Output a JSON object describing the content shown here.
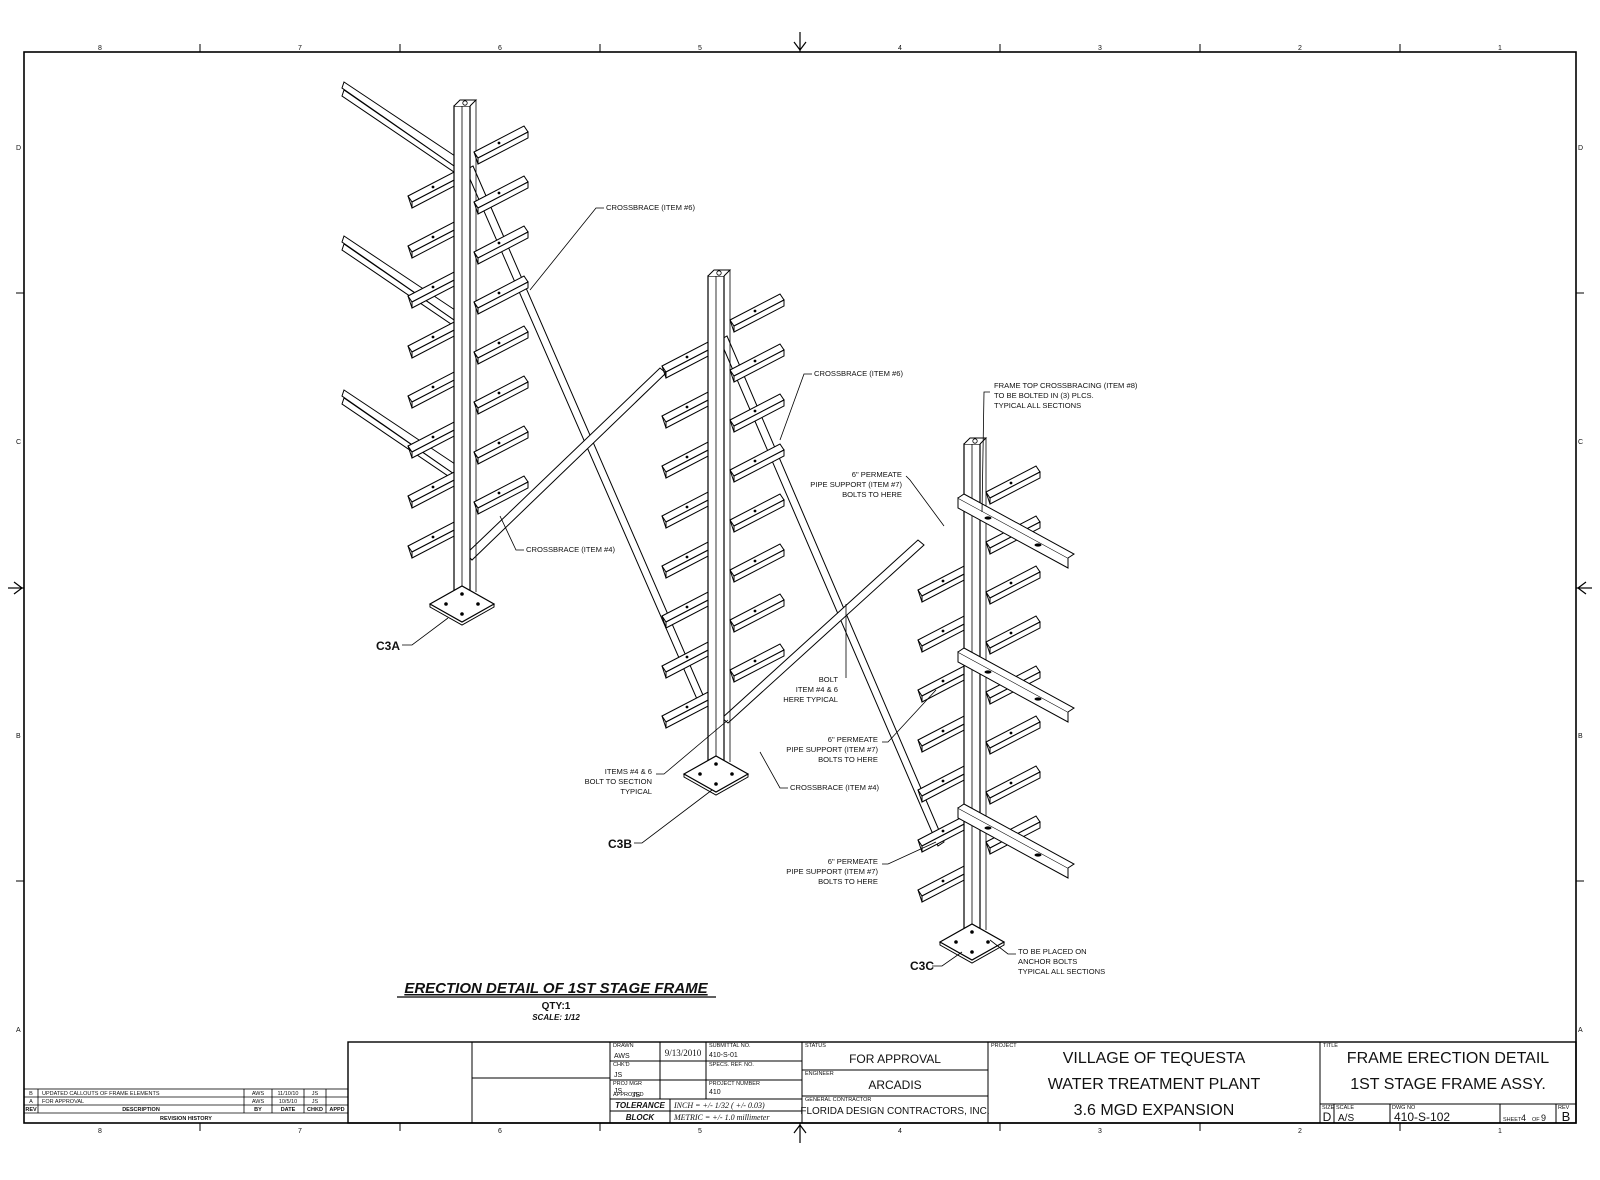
{
  "zones": {
    "columns": [
      "8",
      "7",
      "6",
      "5",
      "4",
      "3",
      "2",
      "1"
    ],
    "rows": [
      "D",
      "C",
      "B",
      "A"
    ]
  },
  "callouts": {
    "crossbrace6_a": "CROSSBRACE (ITEM #6)",
    "crossbrace6_b": "CROSSBRACE (ITEM #6)",
    "crossbrace4_a": "CROSSBRACE (ITEM #4)",
    "crossbrace4_b": "CROSSBRACE (ITEM #4)",
    "frame_top": [
      "FRAME TOP CROSSBRACING (ITEM #8)",
      "TO BE BOLTED IN (3) PLCS.",
      "TYPICAL ALL SECTIONS"
    ],
    "permeate_1": [
      "6\" PERMEATE",
      "PIPE SUPPORT (ITEM #7)",
      "BOLTS TO HERE"
    ],
    "permeate_2": [
      "6\" PERMEATE",
      "PIPE SUPPORT (ITEM #7)",
      "BOLTS TO HERE"
    ],
    "permeate_3": [
      "6\" PERMEATE",
      "PIPE SUPPORT (ITEM #7)",
      "BOLTS TO HERE"
    ],
    "bolt": [
      "BOLT",
      "ITEM #4 & 6",
      "HERE TYPICAL"
    ],
    "items_bolt": [
      "ITEMS #4 & 6",
      "BOLT TO SECTION",
      "TYPICAL"
    ],
    "anchor": [
      "TO BE PLACED ON",
      "ANCHOR BOLTS",
      "TYPICAL ALL SECTIONS"
    ]
  },
  "sections": [
    "C3A",
    "C3B",
    "C3C"
  ],
  "detail": {
    "title": "ERECTION DETAIL OF 1ST STAGE FRAME",
    "qty": "QTY:1",
    "scale": "SCALE: 1/12"
  },
  "revisions": {
    "header": [
      "REV",
      "DESCRIPTION",
      "BY",
      "DATE",
      "CHKD",
      "APPD"
    ],
    "rows": [
      [
        "B",
        "UPDATED CALLOUTS OF FRAME ELEMENTS",
        "AWS",
        "11/10/10",
        "JS",
        ""
      ],
      [
        "A",
        "FOR APPROVAL",
        "AWS",
        "10/5/10",
        "JS",
        ""
      ]
    ],
    "label": "REVISION HISTORY"
  },
  "title_block": {
    "drawn_label": "DRAWN",
    "drawn": "AWS",
    "date": "9/13/2010",
    "check_label": "CHK'D",
    "check": "JS",
    "proj_mgr_label": "PROJ MGR",
    "proj_mgr": "JS",
    "approved_label": "APPROVED",
    "approved": "JS",
    "submittal_label": "SUBMITTAL NO.",
    "submittal": "410-S-01",
    "spec_label": "SPECS. REF. NO.",
    "project_number_label": "PROJECT NUMBER",
    "project_number": "410",
    "tolerance_label": "TOLERANCE",
    "block_label": "BLOCK",
    "inch": "INCH = +/- 1/32 ( +/- 0.03)",
    "metric": "METRIC = +/- 1.0 millimeter",
    "status_label": "STATUS",
    "status": "FOR APPROVAL",
    "engineer_label": "ENGINEER",
    "engineer": "ARCADIS",
    "contractor_label": "GENERAL CONTRACTOR",
    "contractor": "FLORIDA DESIGN CONTRACTORS, INC.",
    "project_label": "PROJECT",
    "project": [
      "VILLAGE OF TEQUESTA",
      "WATER TREATMENT PLANT",
      "3.6 MGD EXPANSION"
    ],
    "title_label": "TITLE",
    "title": [
      "FRAME ERECTION DETAIL",
      "1ST STAGE FRAME ASSY."
    ],
    "size_label": "SIZE",
    "size": "D",
    "scale_label": "SCALE",
    "scale": "A/S",
    "dwg_label": "DWG NO",
    "dwg": "410-S-102",
    "sheet_label": "SHEET",
    "sheet": "4",
    "of_label": "OF",
    "of": "9",
    "rev_label": "REV",
    "rev": "B"
  }
}
